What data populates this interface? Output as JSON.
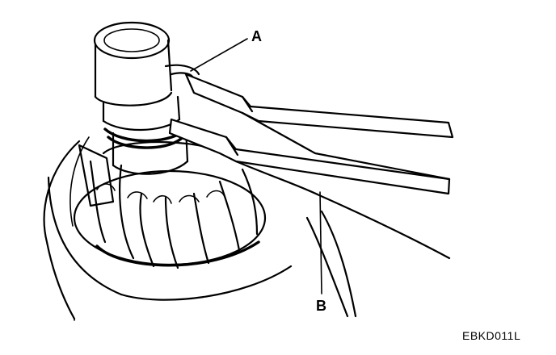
{
  "figure": {
    "callout_a": "A",
    "callout_b": "B",
    "figure_code": "EBKD011L"
  },
  "parts": {
    "a": {
      "icon": "snap-ring-icon"
    },
    "b": {
      "icon": "snap-ring-pliers-icon"
    }
  }
}
